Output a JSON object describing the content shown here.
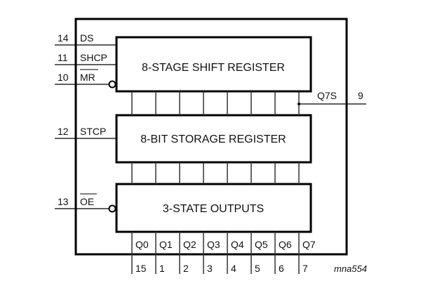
{
  "blocks": {
    "shift_register": "8-STAGE SHIFT REGISTER",
    "storage_register": "8-BIT STORAGE REGISTER",
    "outputs": "3-STATE OUTPUTS"
  },
  "inputs": [
    {
      "pin": "14",
      "name": "DS",
      "inverted": false
    },
    {
      "pin": "11",
      "name": "SHCP",
      "inverted": false
    },
    {
      "pin": "10",
      "name": "MR",
      "inverted": true
    },
    {
      "pin": "12",
      "name": "STCP",
      "inverted": false
    },
    {
      "pin": "13",
      "name": "OE",
      "inverted": true
    }
  ],
  "serial_out": {
    "name": "Q7S",
    "pin": "9"
  },
  "outputs": [
    {
      "name": "Q0",
      "pin": "15"
    },
    {
      "name": "Q1",
      "pin": "1"
    },
    {
      "name": "Q2",
      "pin": "2"
    },
    {
      "name": "Q3",
      "pin": "3"
    },
    {
      "name": "Q4",
      "pin": "4"
    },
    {
      "name": "Q5",
      "pin": "5"
    },
    {
      "name": "Q6",
      "pin": "6"
    },
    {
      "name": "Q7",
      "pin": "7"
    }
  ],
  "figure_id": "mna554"
}
